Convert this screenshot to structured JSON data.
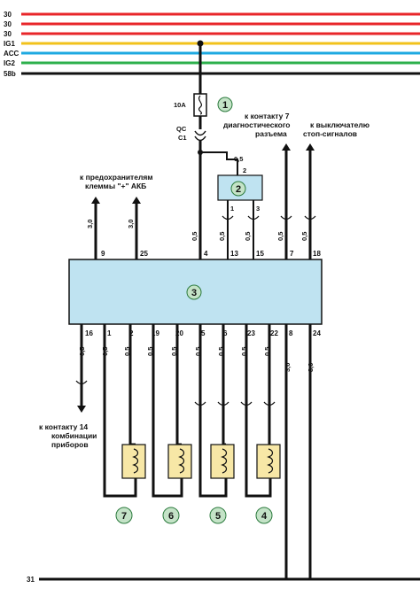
{
  "rails": [
    {
      "label": "30",
      "color": "#e8262a"
    },
    {
      "label": "30",
      "color": "#e8262a"
    },
    {
      "label": "30",
      "color": "#e8262a"
    },
    {
      "label": "IG1",
      "color": "#f2c21b"
    },
    {
      "label": "ACC",
      "color": "#1ea9e1"
    },
    {
      "label": "IG2",
      "color": "#2db04c"
    },
    {
      "label": "58b",
      "color": "#111111"
    }
  ],
  "ground_rail": {
    "label": "31"
  },
  "fuse": {
    "rating": "10A",
    "callout": "1"
  },
  "connector": {
    "line1": "QC",
    "line2": "C1"
  },
  "relay_block": {
    "callout": "2",
    "pin_top": "2",
    "pin_left": "1",
    "pin_right": "3",
    "wire_top": "0,5"
  },
  "control_unit": {
    "callout": "3"
  },
  "notes": {
    "fuses": [
      "к предохранителям",
      "клеммы \"+\" АКБ"
    ],
    "diag": [
      "к контакту 7",
      "диагностического",
      "разъема"
    ],
    "stop": [
      "к выключателю",
      "стоп-сигналов"
    ],
    "cluster": [
      "к контакту 14",
      "комбинации",
      "приборов"
    ]
  },
  "top_pins": [
    {
      "pin": "9",
      "wire": "3,0"
    },
    {
      "pin": "25",
      "wire": "3,0"
    },
    {
      "pin": "4",
      "wire": "0,5"
    },
    {
      "pin": "13",
      "wire": "0,5"
    },
    {
      "pin": "15",
      "wire": "0,5"
    },
    {
      "pin": "7",
      "wire": "0,5"
    },
    {
      "pin": "18",
      "wire": "0,5"
    }
  ],
  "bottom_pins": [
    {
      "pin": "16",
      "wire": "0,5"
    },
    {
      "pin": "1",
      "wire": "0,5"
    },
    {
      "pin": "2",
      "wire": "0,5"
    },
    {
      "pin": "19",
      "wire": "0,5"
    },
    {
      "pin": "20",
      "wire": "0,5"
    },
    {
      "pin": "5",
      "wire": "0,5"
    },
    {
      "pin": "6",
      "wire": "0,5"
    },
    {
      "pin": "23",
      "wire": "0,5"
    },
    {
      "pin": "22",
      "wire": "0,5"
    },
    {
      "pin": "8",
      "wire": "3,0"
    },
    {
      "pin": "24",
      "wire": "3,0"
    }
  ],
  "injectors": [
    {
      "callout": "7"
    },
    {
      "callout": "6"
    },
    {
      "callout": "5"
    },
    {
      "callout": "4"
    }
  ],
  "colors": {
    "unit_fill": "#bfe3f1",
    "callout_fill": "#c4e3c7",
    "coil_fill": "#f7e7a6"
  }
}
